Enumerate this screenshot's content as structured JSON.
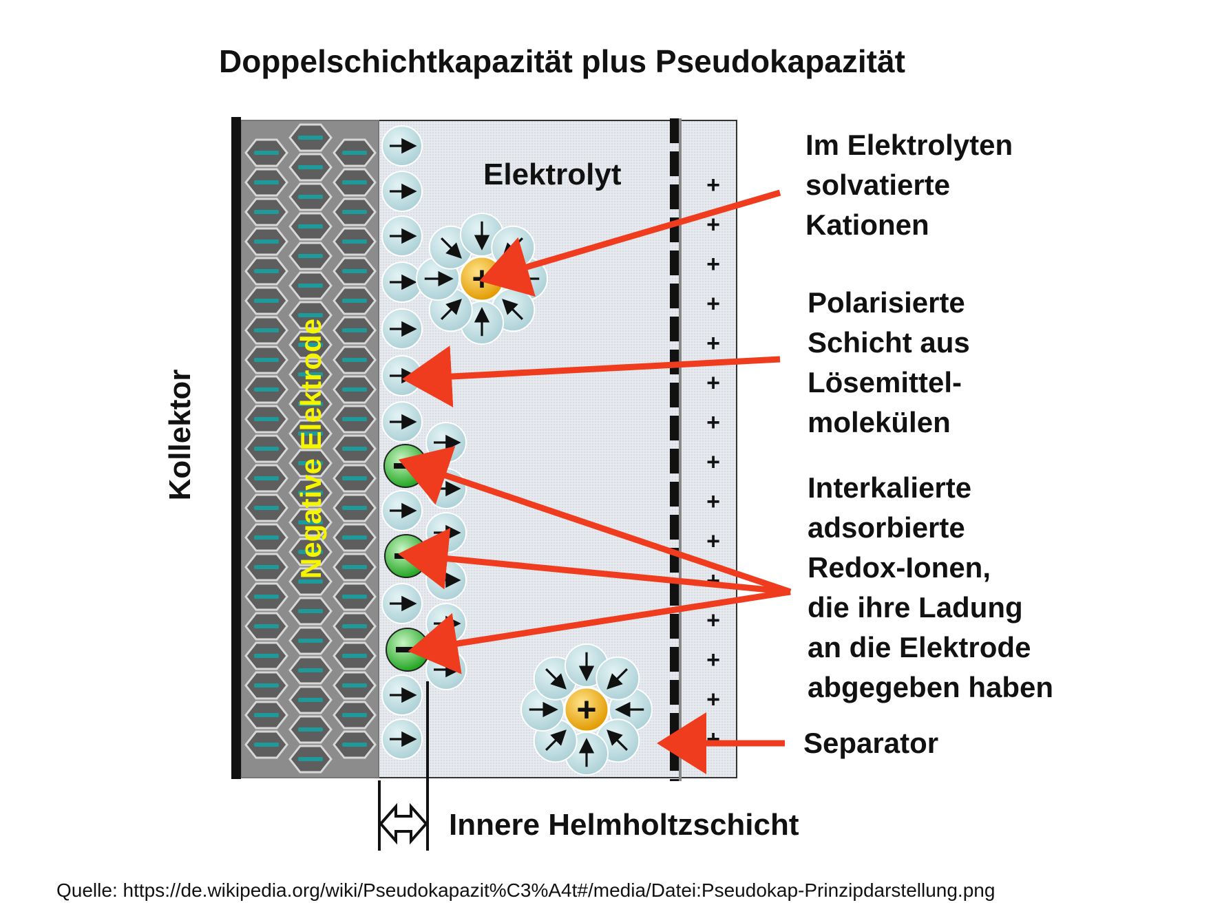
{
  "title": "Doppelschichtkapazität plus Pseudokapazität",
  "electrolyte_label": "Elektrolyt",
  "electrode_label": "Negative Elektrode",
  "collector_label": "Kollektor",
  "annotations": {
    "solvated_cations": [
      "Im Elektrolyten",
      "solvatierte",
      "Kationen"
    ],
    "polarized_layer": [
      "Polarisierte",
      "Schicht aus",
      "Lösemittel-",
      "molekülen"
    ],
    "redox_ions": [
      "Interkalierte",
      "adsorbierte",
      "Redox-Ionen,",
      "die ihre Ladung",
      "an die Elektrode",
      "abgegeben haben"
    ],
    "separator": "Separator",
    "helmholtz": "Innere Helmholtzschicht"
  },
  "source": "Quelle: https://de.wikipedia.org/wiki/Pseudokapazit%C3%A4t#/media/Datei:Pseudokap-Prinzipdarstellung.png",
  "symbols": {
    "plus": "+",
    "minus": "−"
  },
  "colors": {
    "arrow_red": "#f03c1e",
    "electrode_label": "#f5f500",
    "electrode_gray": "#8c8c8c",
    "solvent_blue": "#bcdde2",
    "cation_yellow": "#f2b400",
    "anion_green": "#3fbf3f",
    "electrolyte_bg": "#e2e6ec"
  }
}
